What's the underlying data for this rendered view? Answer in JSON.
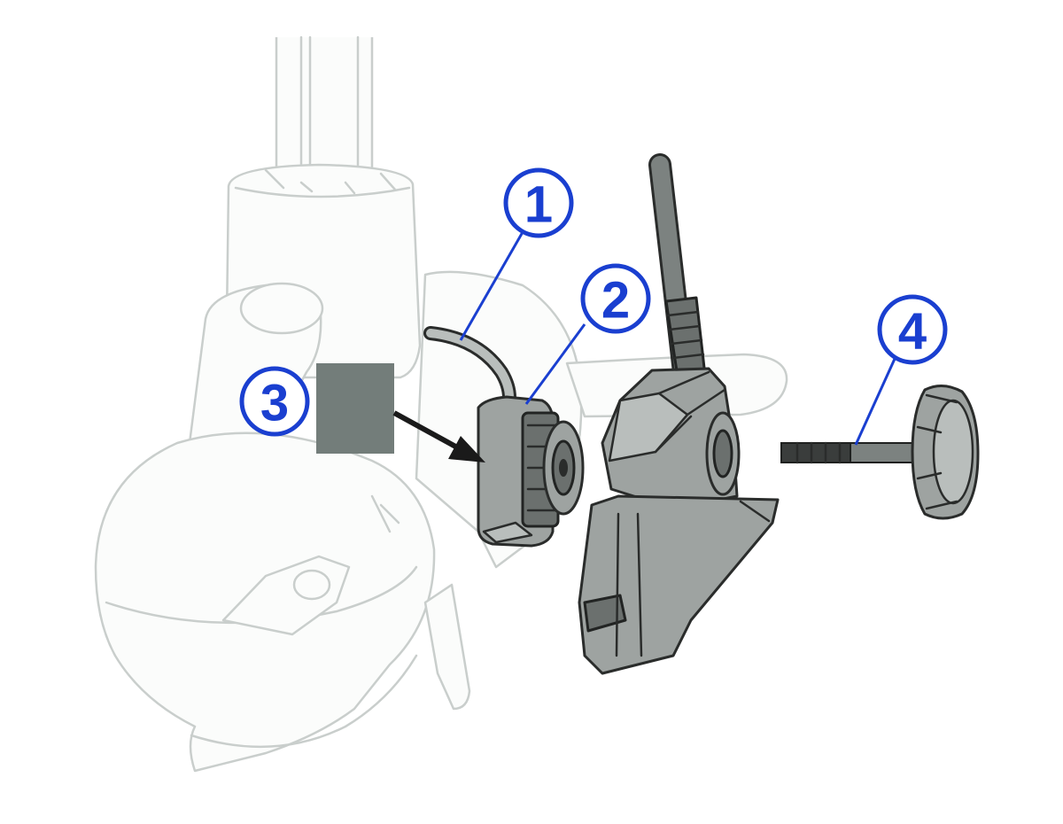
{
  "callouts": [
    {
      "number": "1",
      "color": "#1a3fd0"
    },
    {
      "number": "2",
      "color": "#1a3fd0"
    },
    {
      "number": "3",
      "color": "#1a3fd0"
    },
    {
      "number": "4",
      "color": "#1a3fd0"
    }
  ],
  "colors": {
    "callout_blue": "#1a3fd0",
    "motor_outline": "#c9cecc",
    "part_gray": "#9ea3a1",
    "redaction_box": "#737d7a",
    "arrow": "#1a1a1a"
  },
  "icons": [
    "trolling-motor",
    "zip-tie",
    "transducer-mount-adapter",
    "redaction-box",
    "arrow",
    "transducer",
    "thumbscrew-knob"
  ]
}
